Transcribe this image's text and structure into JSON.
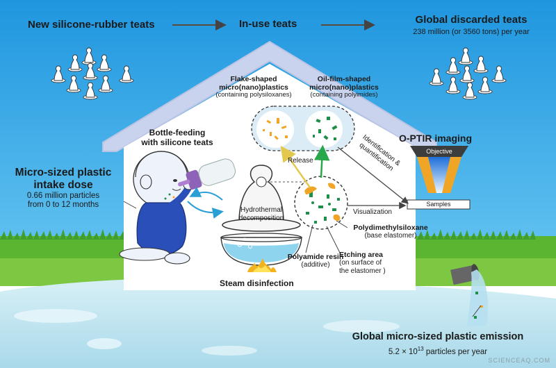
{
  "top_flow": {
    "new_teats": "New silicone-rubber teats",
    "in_use_teats": "In-use teats",
    "discarded_title": "Global discarded teats",
    "discarded_detail": "238 million (or 3560 tons) per year"
  },
  "house": {
    "flake_title_1": "Flake-shaped",
    "flake_title_2": "micro(nano)plastics",
    "flake_sub": "(containing polysiloxanes)",
    "oil_title_1": "Oil-film-shaped",
    "oil_title_2": "micro(nano)plastics",
    "oil_sub": "(containing polyimides)",
    "bottle_feeding_1": "Bottle-feeding",
    "bottle_feeding_2": "with silicone teats",
    "release": "Release",
    "identification_1": "Identification &",
    "identification_2": "quantification",
    "optir": "O-PTIR imaging",
    "objective": "Objective",
    "samples": "Samples",
    "visualization": "Visualization",
    "hydrothermal_1": "Hydrothermal",
    "hydrothermal_2": "decomposition",
    "pdms_1": "Polydimethylsiloxane",
    "pdms_2": "(base elastomer)",
    "etching_1": "Etching area",
    "etching_2": "(on surface of",
    "etching_3": "the elastomer )",
    "polyamide_1": "Polyamide resin",
    "polyamide_2": "(additive)",
    "steam": "Steam disinfection"
  },
  "intake": {
    "title_1": "Micro-sized plastic",
    "title_2": "intake dose",
    "detail_1": "0.66 million particles",
    "detail_2": "from 0 to 12 months"
  },
  "emission": {
    "title": "Global micro-sized plastic emission",
    "detail_prefix": "5.2 × 10",
    "detail_exp": "13",
    "detail_suffix": " particles per year"
  },
  "watermark": "SCIENCEAQ.COM",
  "colors": {
    "sky": "#2aa3e6",
    "house_roof": "#c9d3ee",
    "grass": "#3f9e2e",
    "water": "#bfe3ef",
    "yellow_arrow": "#e9d56a",
    "green_arrow": "#28a84a",
    "particle_green": "#1d8f48",
    "particle_orange": "#f0a526"
  }
}
